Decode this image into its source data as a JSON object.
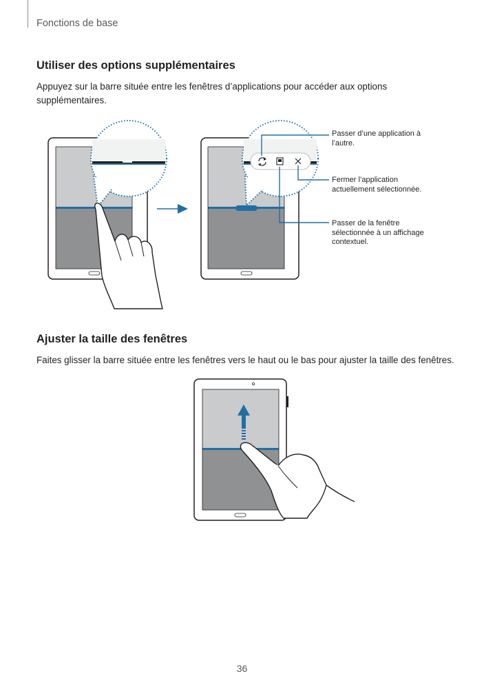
{
  "header": {
    "running_title": "Fonctions de base"
  },
  "section1": {
    "heading": "Utiliser des options supplémentaires",
    "body_line1": "Appuyez sur la barre située entre les fenêtres d’applications pour accéder aux options",
    "body_line2": "supplémentaires.",
    "callouts": {
      "switch_line1": "Passer d’une application à",
      "switch_line2": "l’autre.",
      "close_line1": "Fermer l’application",
      "close_line2": "actuellement sélectionnée.",
      "popup_line1": "Passer de la fenêtre",
      "popup_line2": "sélectionnée à un affichage",
      "popup_line3": "contextuel."
    },
    "icons": [
      "swap-apps-icon",
      "popup-view-icon",
      "close-icon",
      "arrow-right-icon",
      "finger-icon"
    ]
  },
  "section2": {
    "heading": "Ajuster la taille des fenêtres",
    "body": "Faites glisser la barre située entre les fenêtres vers le haut ou le bas pour ajuster la taille des fenêtres.",
    "icons": [
      "arrow-up-icon",
      "finger-icon"
    ]
  },
  "footer": {
    "page_number": "36"
  },
  "colors": {
    "accent_blue": "#1f6fa3",
    "text": "#231f20",
    "screen_top": "#c9cbcd",
    "screen_bottom": "#8f9193"
  }
}
